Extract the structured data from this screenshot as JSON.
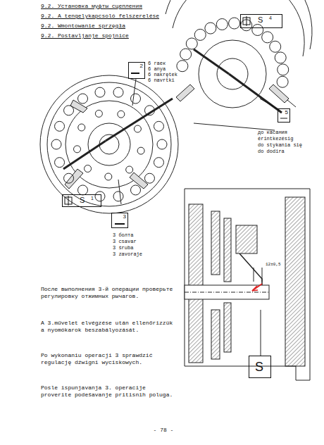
{
  "diagram": {
    "nodes": [
      {
        "text": [
          "2"
        ]
      },
      {
        "text": [
          "S",
          "1"
        ]
      },
      {
        "text": [
          "3"
        ]
      },
      {
        "text": [
          "S",
          "4"
        ]
      },
      {
        "text": [
          "5"
        ]
      },
      {
        "text": [
          "S"
        ]
      }
    ],
    "labels": [
      "9.2. Установка муфты сцепления",
      "9.2. A tengelykapcsoló felszerelése",
      "9.2. Wmontowanie sprzęgła",
      "9.2. Postavljanje spojnice",
      "6 гаек",
      "6 anya",
      "6 nakrętek",
      "6 navrtki",
      "3 болта",
      "3 csavar",
      "3 śruba",
      "3 zavoraje",
      "до касания",
      "érintkezésig",
      "do stykania się",
      "do dodira",
      "12±0,5",
      "После выполнения 3-й операции проверьте регулировку отжимных рычагов.",
      "A 3.művelet elvégzése után ellenőrizzük a nyomókarok beszabályozását.",
      "Po wykonaniu operacji 3 sprawdzić regulację dźwigni wyciskowych.",
      "Posle ispunjavanja 3. operacije proverite podešavanje pritisnih poluga.",
      "- 78 -"
    ]
  }
}
